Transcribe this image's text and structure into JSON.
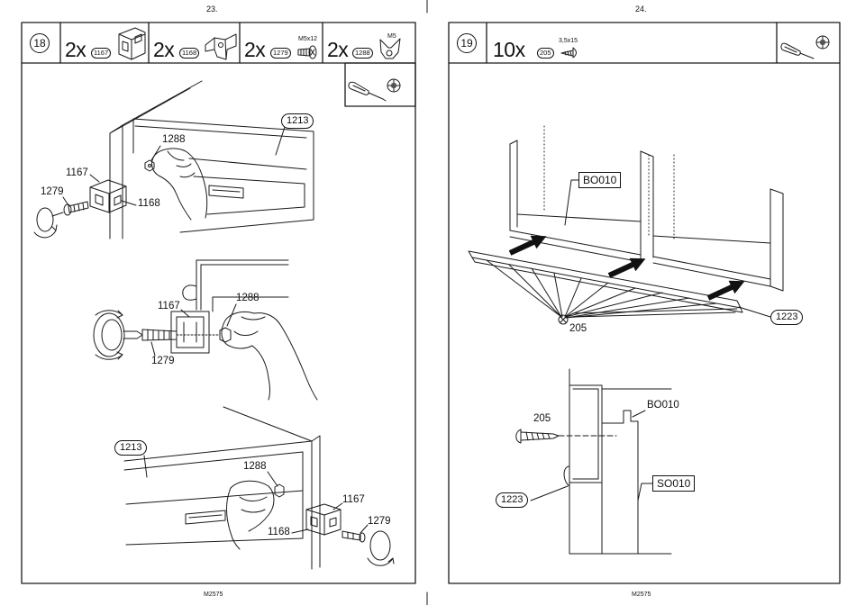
{
  "pages": [
    {
      "page_number": "23.",
      "footer_code": "M2575",
      "step": "18",
      "parts": [
        {
          "qty": "2x",
          "id": "1167",
          "icon": "drawer-bracket-icon"
        },
        {
          "qty": "2x",
          "id": "1168",
          "icon": "slide-clip-icon"
        },
        {
          "qty": "2x",
          "id": "1279",
          "size": "M5x12",
          "icon": "bolt-icon"
        },
        {
          "qty": "2x",
          "id": "1288",
          "size": "M5",
          "icon": "wing-nut-icon"
        }
      ],
      "tools": [
        "screwdriver-icon",
        "phillips-head-icon"
      ],
      "figures": [
        {
          "callouts": [
            "1213",
            "1288",
            "1167",
            "1279",
            "1168"
          ]
        },
        {
          "callouts": [
            "1167",
            "1288",
            "1279"
          ]
        },
        {
          "callouts": [
            "1213",
            "1288",
            "1167",
            "1279",
            "1168"
          ]
        }
      ]
    },
    {
      "page_number": "24.",
      "footer_code": "M2575",
      "step": "19",
      "parts": [
        {
          "qty": "10x",
          "id": "205",
          "size": "3,5x15",
          "icon": "screw-icon"
        }
      ],
      "tools": [
        "screwdriver-icon",
        "phillips-head-icon"
      ],
      "figures": [
        {
          "callouts": [
            "BO010",
            "1223",
            "205"
          ]
        },
        {
          "callouts": [
            "205",
            "BO010",
            "1223",
            "SO010"
          ]
        }
      ]
    }
  ]
}
